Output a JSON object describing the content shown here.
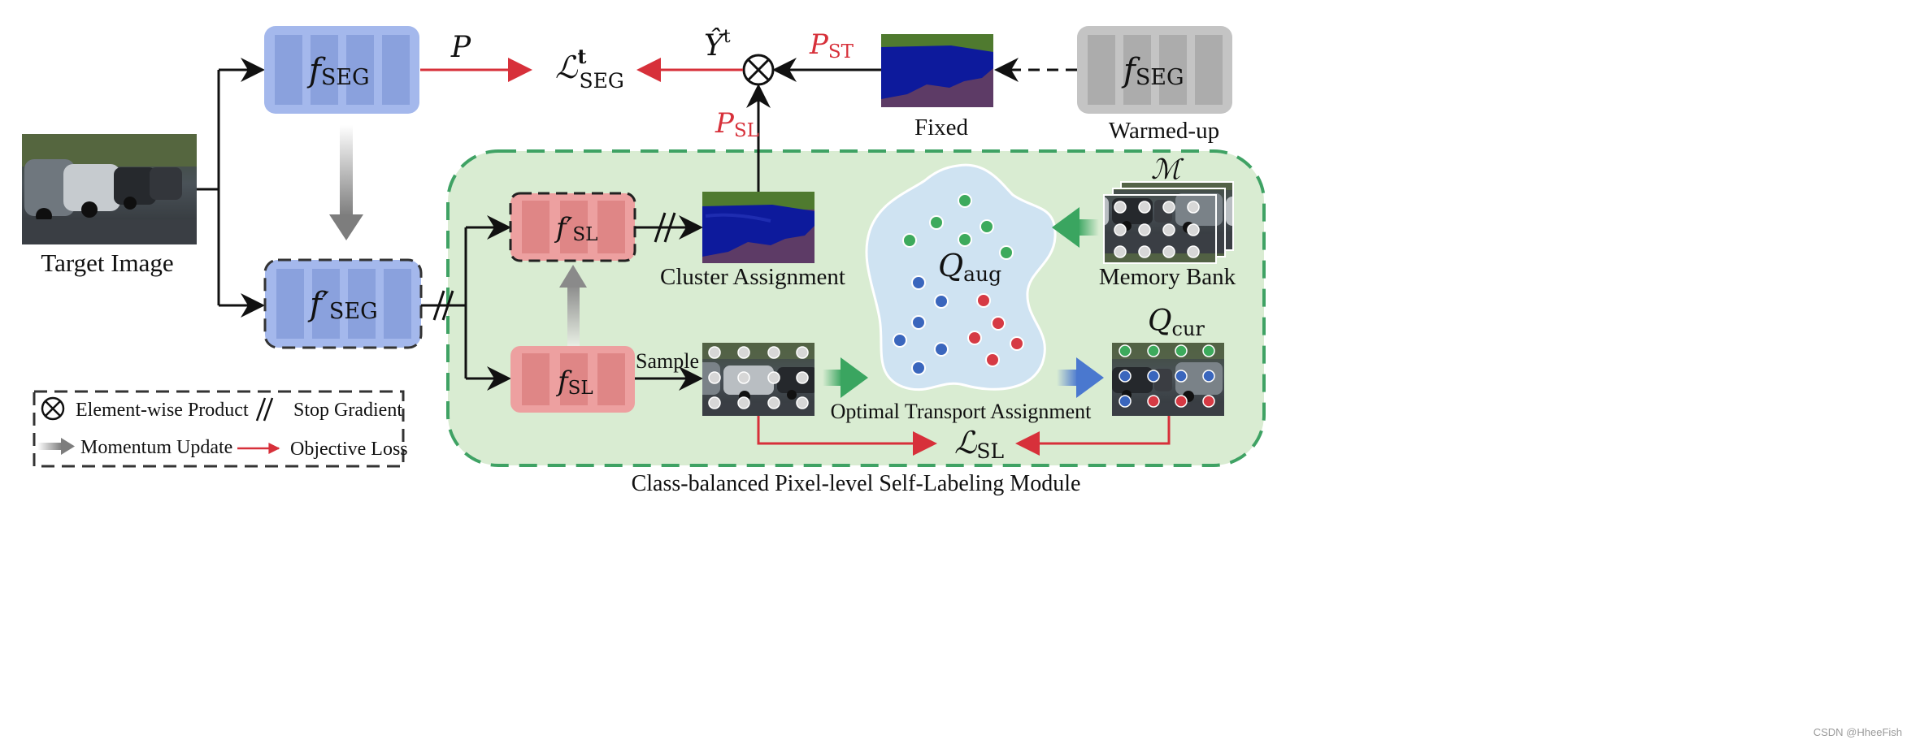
{
  "diagram": {
    "nodes": {
      "target_image": {
        "label": "Target Image"
      },
      "f_seg": {
        "label_main": "f",
        "label_sub": "SEG"
      },
      "f_seg_prime": {
        "label_main": "f′",
        "label_sub": "SEG"
      },
      "f_sl_prime": {
        "label_main": "f′",
        "label_sub": "SL"
      },
      "f_sl": {
        "label_main": "f",
        "label_sub": "SL"
      },
      "f_seg_warm": {
        "label_main": "f",
        "label_sub": "SEG"
      },
      "fixed": {
        "label": "Fixed"
      },
      "warmed_up": {
        "label": "Warmed-up"
      },
      "cluster_assignment": {
        "label": "Cluster Assignment"
      },
      "memory_bank": {
        "label": "Memory Bank",
        "symbol": "ℳ"
      },
      "q_aug": {
        "label_main": "Q",
        "label_sub": "aug"
      },
      "q_cur": {
        "label_main": "Q",
        "label_sub": "cur"
      },
      "ot_assignment": {
        "label": "Optimal Transport Assignment"
      },
      "loss_seg": {
        "label_main": "ℒ",
        "label_sup": "t",
        "label_sub": "SEG"
      },
      "loss_sl": {
        "label_main": "ℒ",
        "label_sub": "SL"
      },
      "module": {
        "label": "Class-balanced Pixel-level Self-Labeling Module"
      }
    },
    "edges": {
      "p": {
        "label": "P"
      },
      "y_hat": {
        "label_main": "Ŷ",
        "label_sup": "t"
      },
      "p_st": {
        "label_main": "P",
        "label_sub": "ST"
      },
      "p_sl": {
        "label_main": "P",
        "label_sub": "SL"
      },
      "sample": {
        "label": "Sample"
      }
    },
    "legend": {
      "element_wise_product": "Element-wise Product",
      "stop_gradient": "Stop Gradient",
      "momentum_update": "Momentum Update",
      "objective_loss": "Objective Loss"
    },
    "watermark": "CSDN @HheeFish",
    "colors": {
      "blue_block": "#a4b8ec",
      "blue_inner": "#8aa1dd",
      "red_block": "#eda0a0",
      "red_inner": "#df8686",
      "gray_block": "#c4c4c4",
      "gray_inner": "#acacac",
      "module_fill": "#d9ecd2",
      "module_border": "#3fa264",
      "loss_red": "#d7303a",
      "cloud_fill": "#cfe3f2",
      "dot_green": "#3daa5c",
      "dot_blue": "#3a66bd",
      "dot_red": "#d63a44"
    }
  }
}
